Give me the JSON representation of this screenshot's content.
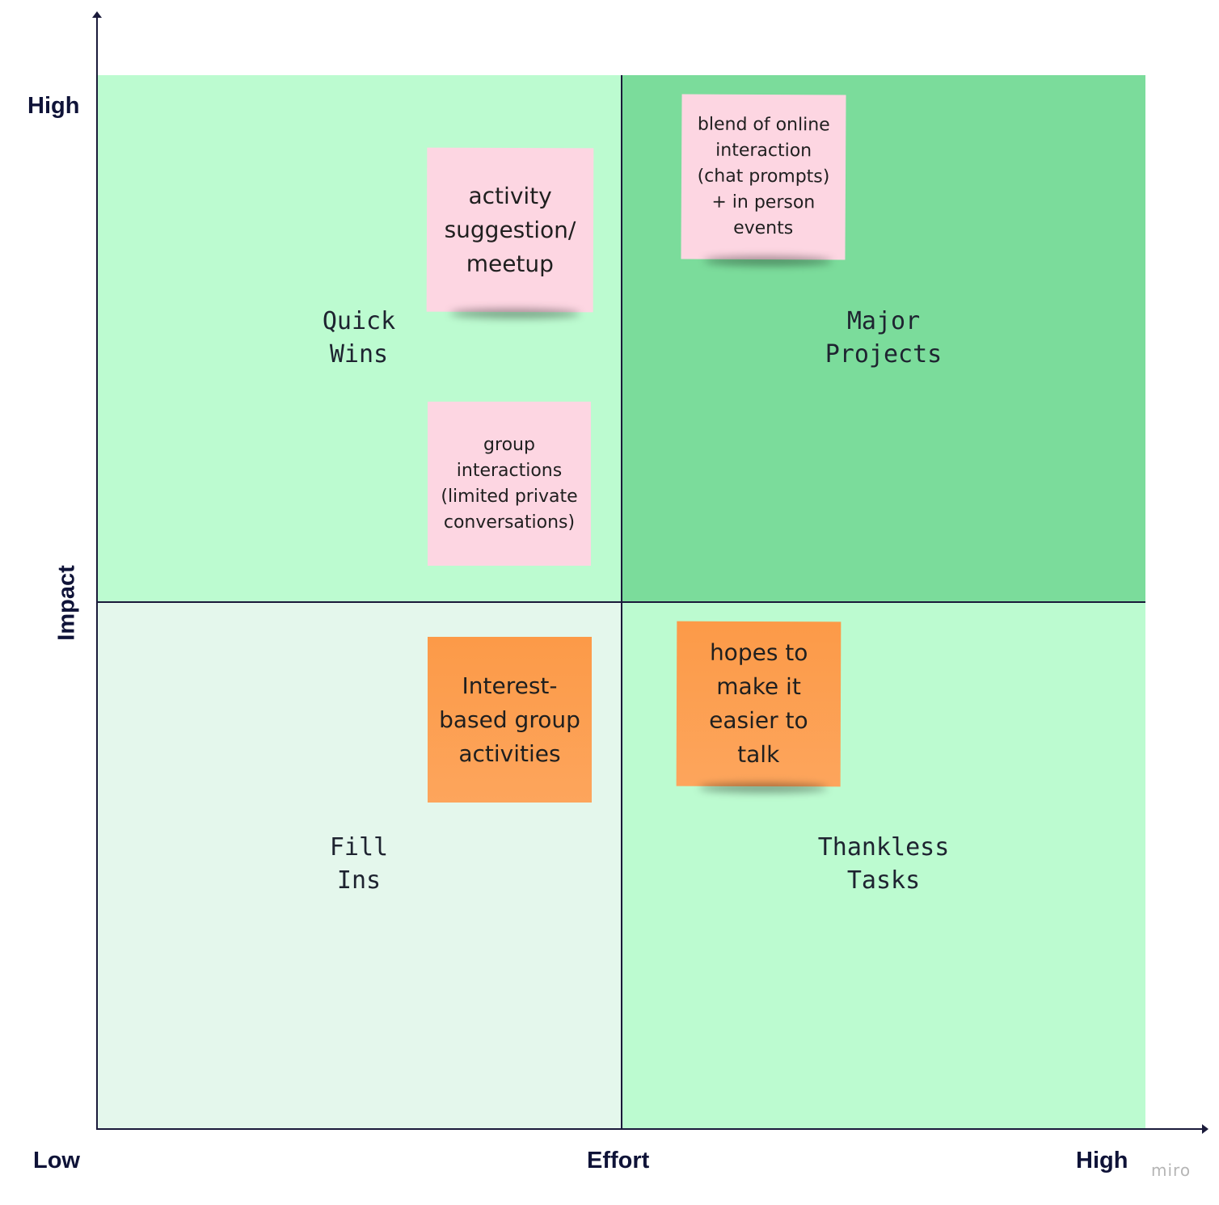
{
  "axes": {
    "y_title": "Impact",
    "y_high": "High",
    "x_title": "Effort",
    "x_low": "Low",
    "x_high": "High"
  },
  "quadrants": {
    "top_left": "Quick\nWins",
    "top_right": "Major\nProjects",
    "bottom_left": "Fill\nIns",
    "bottom_right": "Thankless\nTasks"
  },
  "quadrant_colors": {
    "top_left": "#bcfbd0",
    "top_right": "#7bdc9b",
    "bottom_left": "#e4f7ec",
    "bottom_right": "#bcfbd0"
  },
  "sticky_notes": [
    {
      "text": "activity suggestion/ meetup",
      "color": "#fdd6e2",
      "quadrant": "top_left"
    },
    {
      "text": "group interactions (limited private conversations)",
      "color": "#fdd6e2",
      "quadrant": "top_left"
    },
    {
      "text": "blend of online interaction (chat prompts) + in person events",
      "color": "#fdd6e2",
      "quadrant": "top_right"
    },
    {
      "text": "Interest-based group activities",
      "color": "#fc9a48",
      "quadrant": "bottom_left"
    },
    {
      "text": "hopes to make it easier to talk",
      "color": "#fc9a48",
      "quadrant": "bottom_right"
    }
  ],
  "watermark": "miro"
}
